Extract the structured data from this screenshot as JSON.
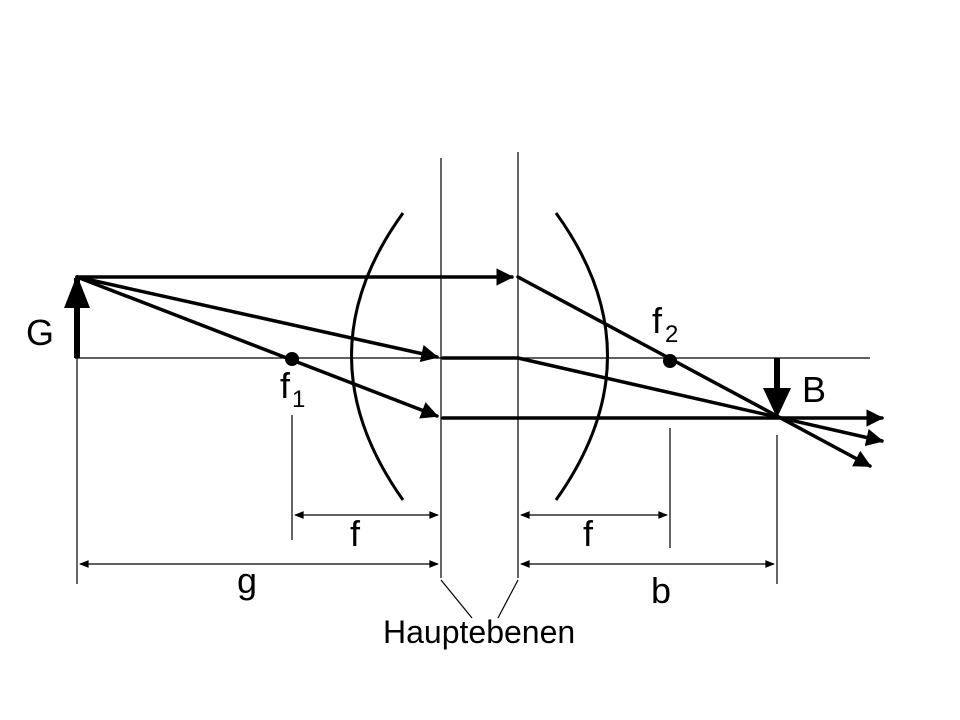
{
  "labels": {
    "object": "G",
    "image": "B",
    "focal_1_main": "f",
    "focal_1_sub": "1",
    "focal_2_main": "f",
    "focal_2_sub": "2",
    "focal_length_left": "f",
    "focal_length_right": "f",
    "object_distance": "g",
    "image_distance": "b",
    "principal_planes": "Hauptebenen"
  }
}
